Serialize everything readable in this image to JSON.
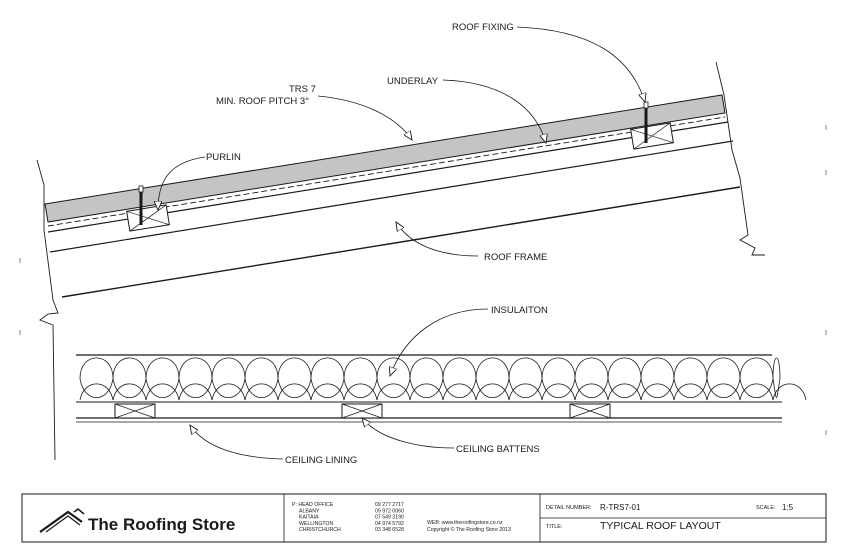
{
  "labels": {
    "roof_fixing": "ROOF FIXING",
    "trs_line1": "TRS 7",
    "trs_line2": "MIN. ROOF PITCH 3°",
    "underlay": "UNDERLAY",
    "purlin": "PURLIN",
    "roof_frame": "ROOF FRAME",
    "insulation": "INSULAITON",
    "ceiling_battens": "CEILING BATTENS",
    "ceiling_lining": "CEILING LINING"
  },
  "title_block": {
    "company": "The Roofing Store",
    "offices": [
      {
        "name": "P: HEAD OFFICE",
        "phone": "09 277 2717"
      },
      {
        "name": "ALBANY",
        "phone": "09 972 0060"
      },
      {
        "name": "KAITAIA",
        "phone": "07 549 3190"
      },
      {
        "name": "WELLINGTON",
        "phone": "04 974 5792"
      },
      {
        "name": "CHRISTCHURCH",
        "phone": "03 348 6528"
      }
    ],
    "web": "WEB: www.theroofingstore.co.nz",
    "copyright": "Copyright © The Roofing Store 2013",
    "detail_number_label": "DETAIL NUMBER:",
    "detail_number": "R-TRS7-01",
    "scale_label": "SCALE:",
    "scale": "1:5",
    "title_label": "TITLE:",
    "title": "TYPICAL ROOF LAYOUT"
  },
  "colors": {
    "line": "#1a1a1a",
    "roof_sheet_fill": "#c4c4c4"
  }
}
